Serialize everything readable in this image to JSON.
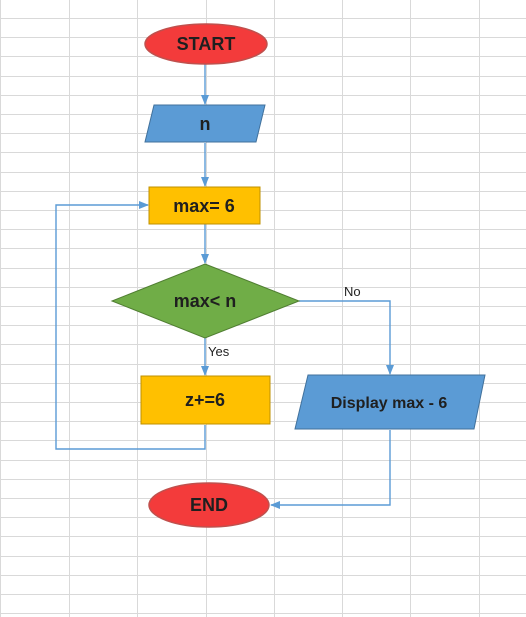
{
  "nodes": {
    "start": {
      "label": "START",
      "shape": "ellipse",
      "color": "#f33b3b"
    },
    "input": {
      "label": "n",
      "shape": "parallelogram",
      "color": "#5b9bd5"
    },
    "assign": {
      "label": "max= 6",
      "shape": "rectangle",
      "color": "#ffc000"
    },
    "decision": {
      "label": "max< n",
      "shape": "diamond",
      "color": "#70ad47"
    },
    "increment": {
      "label": "z+=6",
      "shape": "rectangle",
      "color": "#ffc000"
    },
    "output": {
      "label": "Display max - 6",
      "shape": "parallelogram",
      "color": "#5b9bd5"
    },
    "end": {
      "label": "END",
      "shape": "ellipse",
      "color": "#f33b3b"
    }
  },
  "edges": {
    "yes_label": "Yes",
    "no_label": "No"
  },
  "colors": {
    "connector": "#5b9bd5",
    "gridline": "#d9d9d9"
  }
}
